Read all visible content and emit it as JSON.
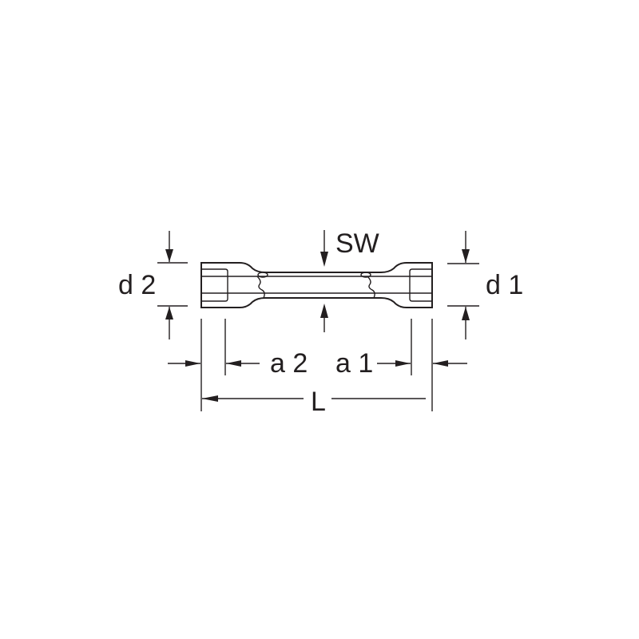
{
  "diagram": {
    "subject": "double-ended tubular box spanner (socket wrench)",
    "labels": {
      "sw": "SW",
      "d1": "d 1",
      "d2": "d 2",
      "a1": "a 1",
      "a2": "a 2",
      "length": "L"
    },
    "colors": {
      "line": "#231f20",
      "background": "#ffffff"
    }
  }
}
